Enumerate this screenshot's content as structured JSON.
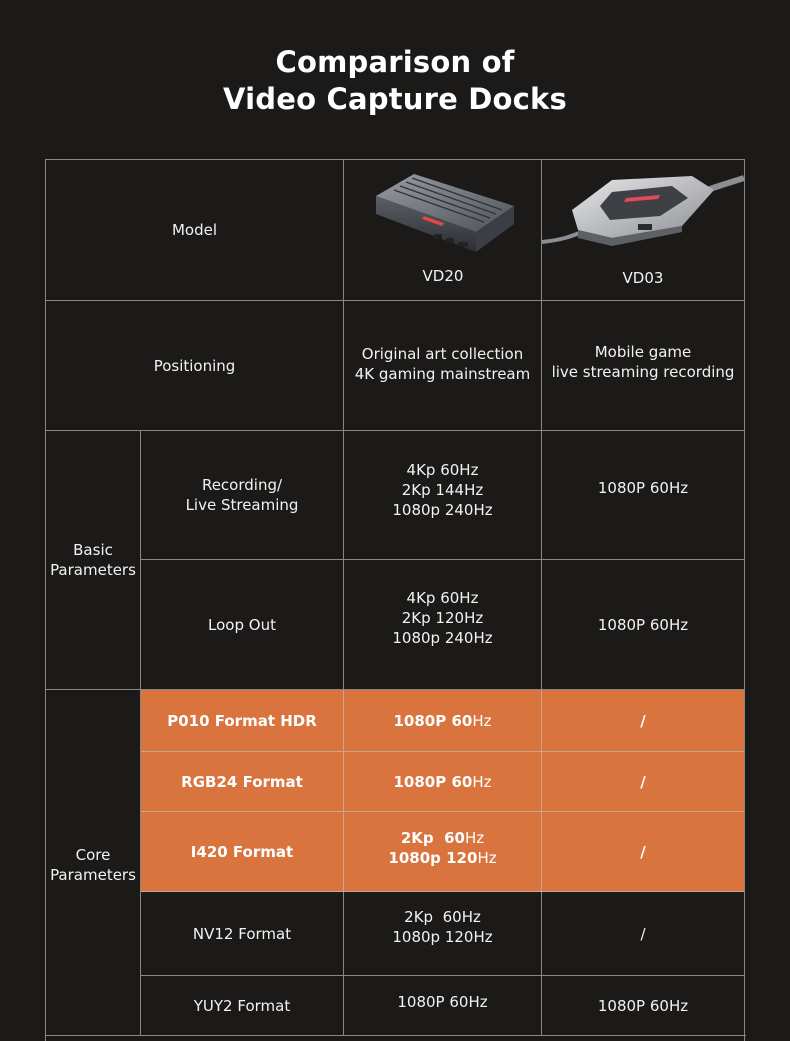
{
  "title": {
    "line1": "Comparison of",
    "line2": "Video Capture Docks"
  },
  "header": {
    "label": "Model",
    "products": [
      {
        "name": "VD20",
        "image_icon": "vd20-capture-dock-image"
      },
      {
        "name": "VD03",
        "image_icon": "vd03-capture-dock-image"
      }
    ]
  },
  "positioning": {
    "label": "Positioning",
    "vd20": [
      "Original art collection",
      "4K gaming mainstream"
    ],
    "vd03": [
      "Mobile game",
      "live streaming recording"
    ]
  },
  "basic": {
    "group_label": [
      "Basic",
      "Parameters"
    ],
    "rows": [
      {
        "label": [
          "Recording/",
          "Live Streaming"
        ],
        "vd20": [
          "4Kp 60Hz",
          "2Kp 144Hz",
          "1080p 240Hz"
        ],
        "vd03": [
          "1080P 60Hz"
        ]
      },
      {
        "label": [
          "Loop Out"
        ],
        "vd20": [
          "4Kp 60Hz",
          "2Kp 120Hz",
          "1080p 240Hz"
        ],
        "vd03": [
          "1080P 60Hz"
        ]
      }
    ]
  },
  "core": {
    "group_label": [
      "Core",
      "Parameters"
    ],
    "rows": [
      {
        "label": "P010 Format HDR",
        "vd20": [
          [
            "1080P 60",
            "Hz"
          ]
        ],
        "vd03": "/",
        "highlight": true
      },
      {
        "label": "RGB24 Format",
        "vd20": [
          [
            "1080P 60",
            "Hz"
          ]
        ],
        "vd03": "/",
        "highlight": true
      },
      {
        "label": "I420 Format",
        "vd20": [
          [
            "2Kp  60",
            "Hz"
          ],
          [
            "1080p 120",
            "Hz"
          ]
        ],
        "vd03": "/",
        "highlight": true
      },
      {
        "label": "NV12 Format",
        "vd20": [
          [
            "2Kp  60",
            "Hz"
          ],
          [
            "1080p 120",
            "Hz"
          ]
        ],
        "vd03": "/",
        "highlight": false
      },
      {
        "label": "YUY2 Format",
        "vd20": [
          [
            "1080P 60",
            "Hz"
          ]
        ],
        "vd03": "1080P 60Hz",
        "highlight": false
      }
    ]
  },
  "colors": {
    "background": "#1c1a18",
    "highlight": "#d9743f",
    "grid_line": "#8a8784",
    "text": "#ffffff"
  }
}
